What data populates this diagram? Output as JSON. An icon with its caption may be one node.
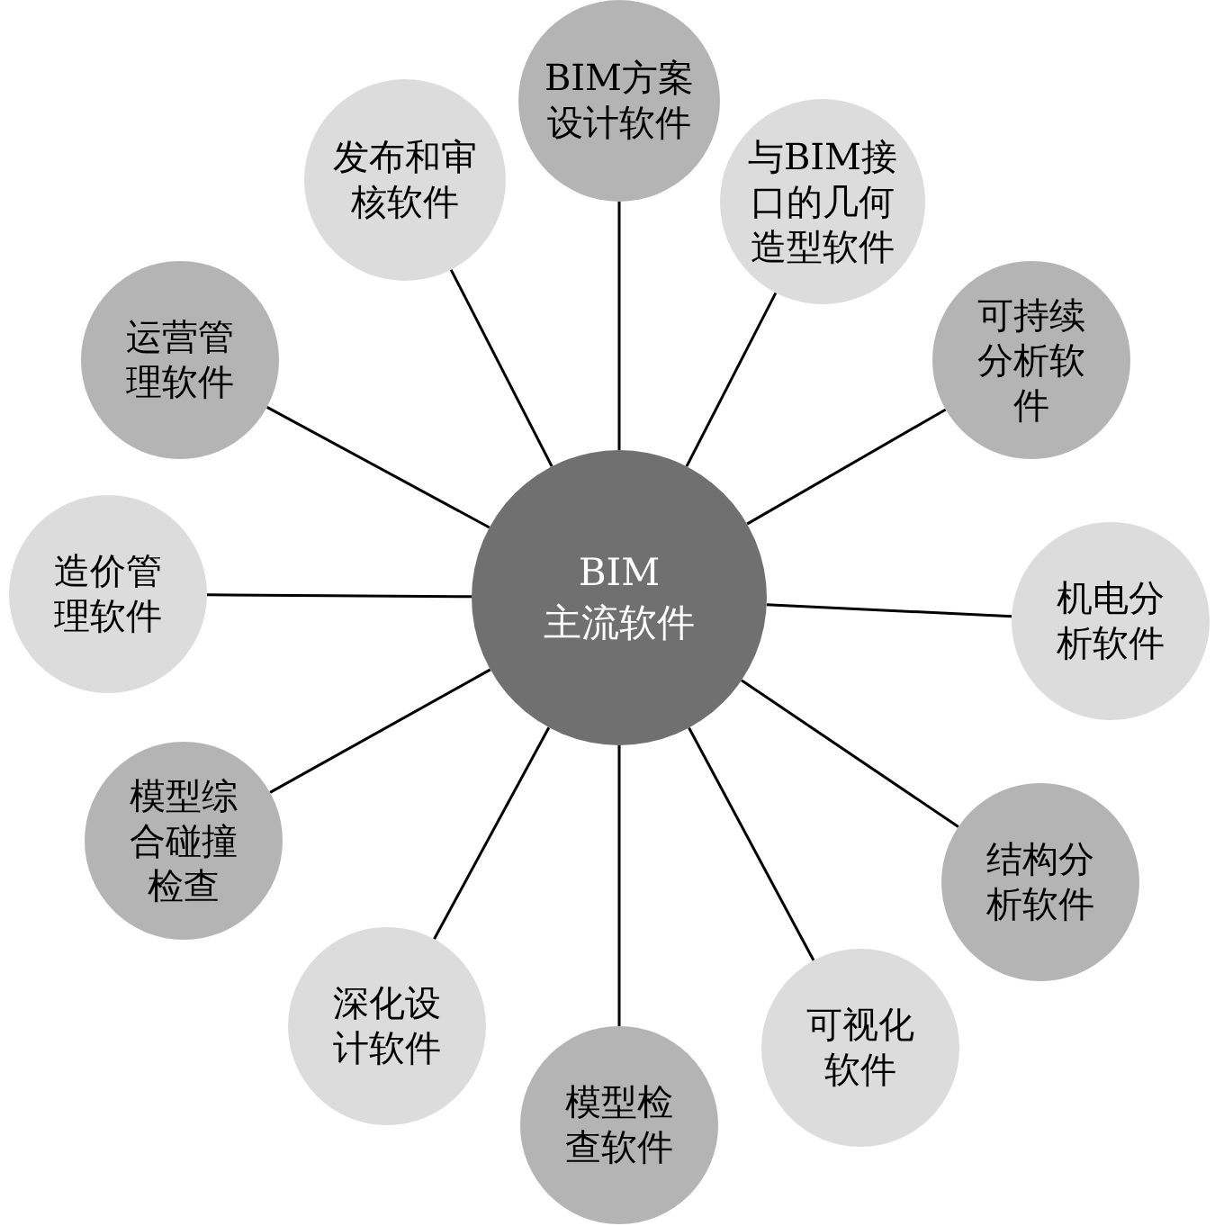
{
  "diagram": {
    "nodes": [
      {
        "text": [
          "BIM 主流软件"
        ]
      },
      {
        "text": [
          "BIM方案设计软件"
        ]
      },
      {
        "text": [
          "与BIM接口的几何造型软件"
        ]
      },
      {
        "text": [
          "可持续分析软件"
        ]
      },
      {
        "text": [
          "机电分析软件"
        ]
      },
      {
        "text": [
          "结构分析软件"
        ]
      },
      {
        "text": [
          "可视化软件"
        ]
      },
      {
        "text": [
          "模型检查软件"
        ]
      },
      {
        "text": [
          "深化设计软件"
        ]
      },
      {
        "text": [
          "模型综合碰撞检查"
        ]
      },
      {
        "text": [
          "造价管理软件"
        ]
      },
      {
        "text": [
          "运营管理软件"
        ]
      },
      {
        "text": [
          "发布和审核软件"
        ]
      }
    ],
    "edges": [
      {
        "from": 0,
        "to": 1,
        "arrow": "none"
      },
      {
        "from": 0,
        "to": 2,
        "arrow": "none"
      },
      {
        "from": 0,
        "to": 3,
        "arrow": "none"
      },
      {
        "from": 0,
        "to": 4,
        "arrow": "none"
      },
      {
        "from": 0,
        "to": 5,
        "arrow": "none"
      },
      {
        "from": 0,
        "to": 6,
        "arrow": "none"
      },
      {
        "from": 0,
        "to": 7,
        "arrow": "none"
      },
      {
        "from": 0,
        "to": 8,
        "arrow": "none"
      },
      {
        "from": 0,
        "to": 9,
        "arrow": "none"
      },
      {
        "from": 0,
        "to": 10,
        "arrow": "none"
      },
      {
        "from": 0,
        "to": 11,
        "arrow": "none"
      },
      {
        "from": 0,
        "to": 12,
        "arrow": "none"
      }
    ]
  }
}
